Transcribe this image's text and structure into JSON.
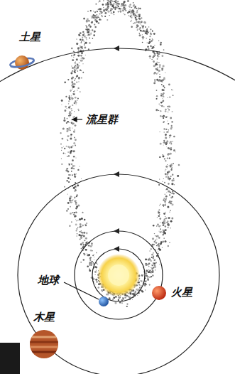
{
  "diagram": {
    "labels": [
      "土星",
      "流星群",
      "地球",
      "火星",
      "木星"
    ]
  }
}
